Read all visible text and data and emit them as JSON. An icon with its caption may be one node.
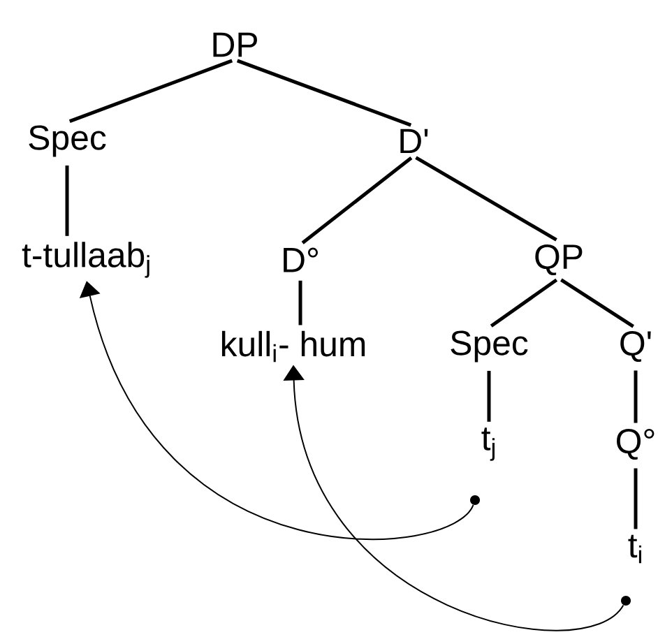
{
  "diagram": {
    "nodes": [
      {
        "text": [
          "DP"
        ]
      },
      {
        "text": [
          "Spec"
        ]
      },
      {
        "text": [
          "D'"
        ]
      },
      {
        "text": [
          "t-tullaab$_{j}$"
        ]
      },
      {
        "text": [
          "D°"
        ]
      },
      {
        "text": [
          "QP"
        ]
      },
      {
        "text": [
          "kull$_{i}$- hum"
        ]
      },
      {
        "text": [
          "Spec"
        ]
      },
      {
        "text": [
          "Q'"
        ]
      },
      {
        "text": [
          "t$_{j}$"
        ]
      },
      {
        "text": [
          "Q°"
        ]
      },
      {
        "text": [
          "t$_{i}$"
        ]
      },
      {
        "text": [],
        "shape": "circle"
      },
      {
        "text": [],
        "shape": "circle"
      }
    ],
    "edges": [
      {
        "from": 0,
        "to": 1,
        "arrow": "none"
      },
      {
        "from": 0,
        "to": 2,
        "arrow": "none"
      },
      {
        "from": 1,
        "to": 3,
        "arrow": "none"
      },
      {
        "from": 2,
        "to": 4,
        "arrow": "none"
      },
      {
        "from": 2,
        "to": 5,
        "arrow": "none"
      },
      {
        "from": 4,
        "to": 6,
        "arrow": "none"
      },
      {
        "from": 5,
        "to": 7,
        "arrow": "none"
      },
      {
        "from": 5,
        "to": 8,
        "arrow": "none"
      },
      {
        "from": 7,
        "to": 9,
        "arrow": "none"
      },
      {
        "from": 8,
        "to": 10,
        "arrow": "none"
      },
      {
        "from": 10,
        "to": 11,
        "arrow": "none"
      },
      {
        "from": 12,
        "to": 3,
        "arrow": "to"
      },
      {
        "from": 13,
        "to": 6,
        "arrow": "to"
      }
    ]
  }
}
